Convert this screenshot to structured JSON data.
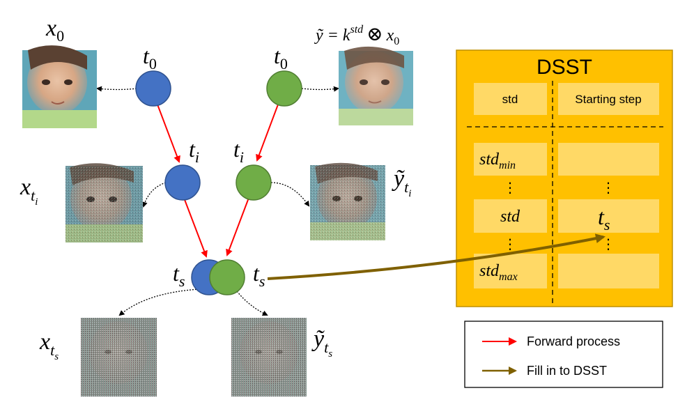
{
  "nodes": {
    "x_top": {
      "label": "t",
      "sub": "0"
    },
    "y_top": {
      "label": "t",
      "sub": "0"
    },
    "x_mid": {
      "label": "t",
      "sub": "i"
    },
    "y_mid": {
      "label": "t",
      "sub": "i"
    },
    "x_bottom": {
      "label": "t",
      "sub": "s"
    },
    "y_bottom": {
      "label": "t",
      "sub": "s"
    }
  },
  "images": {
    "x0": {
      "label": "x",
      "sub": "0"
    },
    "y0": {
      "label": "ỹ = k",
      "sup": "std",
      "op": "⊗",
      "rest": "x",
      "rest_sub": "0"
    },
    "xti": {
      "label": "x",
      "sub": "t",
      "subsub": "i"
    },
    "yti": {
      "label": "ỹ",
      "sub": "t",
      "subsub": "i"
    },
    "xts": {
      "label": "x",
      "sub": "t",
      "subsub": "s"
    },
    "yts": {
      "label": "ỹ",
      "sub": "t",
      "subsub": "s"
    }
  },
  "dsst": {
    "title": "DSST",
    "header": {
      "col1": "std",
      "col2": "Starting step"
    },
    "rows": [
      {
        "col1": "std",
        "col1_sub": "min",
        "col2": ""
      },
      {
        "col1": "⋮",
        "col2": "⋮"
      },
      {
        "col1": "std",
        "col1_sub": "",
        "col2": "t",
        "col2_sub": "s"
      },
      {
        "col1": "⋮",
        "col2": "⋮"
      },
      {
        "col1": "std",
        "col1_sub": "max",
        "col2": ""
      }
    ]
  },
  "legend": {
    "items": [
      {
        "label": "Forward process",
        "color": "#ff0000"
      },
      {
        "label": "Fill in to DSST",
        "color": "#7f6000"
      }
    ]
  },
  "colors": {
    "blue_node": "#4472c4",
    "green_node": "#70ad47",
    "dsst_bg": "#ffc000",
    "dsst_border": "#c89800",
    "cell_bg": "#ffd966",
    "forward_arrow": "#ff0000",
    "fill_arrow": "#7f6000"
  }
}
